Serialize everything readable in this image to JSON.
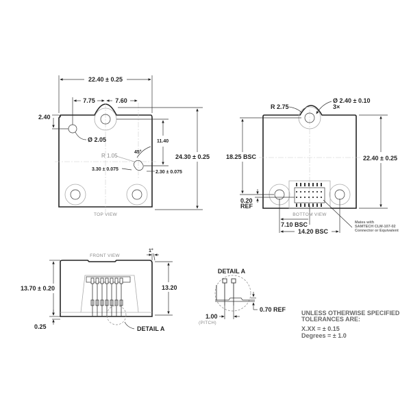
{
  "top_view": {
    "label": "TOP VIEW",
    "dims": {
      "width": "22.40 ± 0.25",
      "left_offset": "7.75",
      "right_offset": "7.60",
      "top_offset": "2.40",
      "hole_dia": "Ø 2.05",
      "slot_height": "11.40",
      "angle": "45°",
      "slot_radius": "R 1.05",
      "slot_length": "3.30 ± 0.075",
      "slot_width": "2.30 ± 0.075",
      "height": "24.30 ± 0.25"
    }
  },
  "bottom_view": {
    "label": "BOTTOM VIEW",
    "dims": {
      "radius": "R 2.75",
      "hole_dia": "Ø 2.40 ± 0.10",
      "hole_count": "3×",
      "bsc_height": "18.25 BSC",
      "height": "22.40 ± 0.25",
      "ref_offset": "0.20",
      "ref_label": "REF",
      "half_spacing": "7.10 BSC",
      "spacing": "14.20 BSC"
    },
    "note": [
      "Mates with",
      "SAMTECH CLM-107-02",
      "Connector or Equivalent"
    ]
  },
  "front_view": {
    "label": "FRONT VIEW",
    "dims": {
      "draft": "1°",
      "height": "13.70 ± 0.20",
      "inner_height": "13.20",
      "base": "0.25"
    },
    "detail_callout": "DETAIL A"
  },
  "detail_a": {
    "title": "DETAIL A",
    "pitch": "1.00",
    "pitch_label": "(PITCH)",
    "ref": "0.70 REF"
  },
  "tolerances": {
    "line1": "UNLESS OTHERWISE SPECIFIED",
    "line2": "TOLERANCES ARE:",
    "line3": "X.XX  =  ± 0.15",
    "line4": "Degrees = ± 1.0"
  }
}
